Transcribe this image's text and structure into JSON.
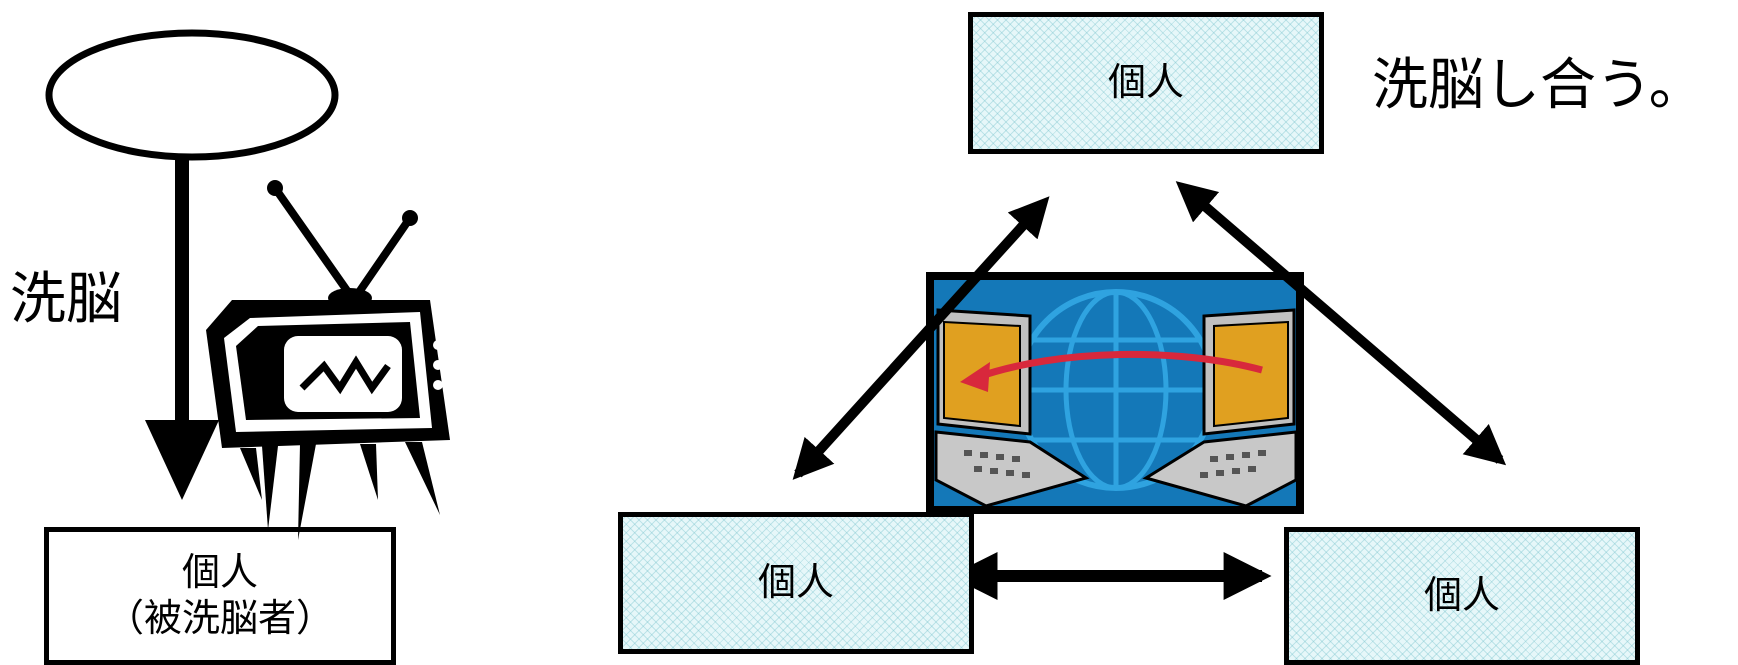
{
  "left_panel": {
    "label": "洗脳",
    "target_box": {
      "line1": "個人",
      "line2": "（被洗脳者）"
    }
  },
  "right_panel": {
    "caption": "洗脳し合う。",
    "top_box": "個人",
    "left_box": "個人",
    "right_box": "個人"
  },
  "colors": {
    "green_box_fill": "#e9f8e6",
    "blue_box_fill": "#e6f7f9",
    "screen_blue": "#1478b8",
    "bezel_orange": "#e0a020",
    "arrow_red": "#d8283c"
  }
}
